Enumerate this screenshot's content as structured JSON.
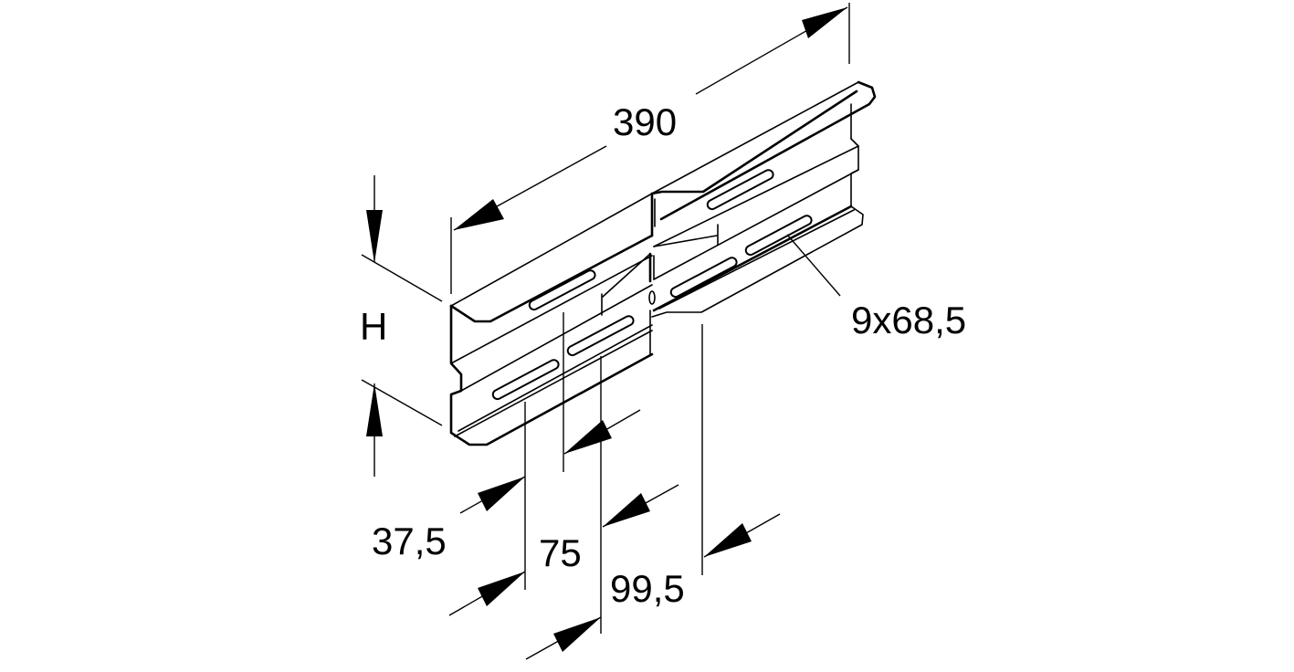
{
  "drawing": {
    "subject": "connector plate isometric technical drawing",
    "line_color": "#000000",
    "background": "#ffffff"
  },
  "dimensions": {
    "length": "390",
    "height": "H",
    "slot_size": "9x68,5",
    "offset_1": "37,5",
    "offset_2": "75",
    "offset_3": "99,5"
  }
}
